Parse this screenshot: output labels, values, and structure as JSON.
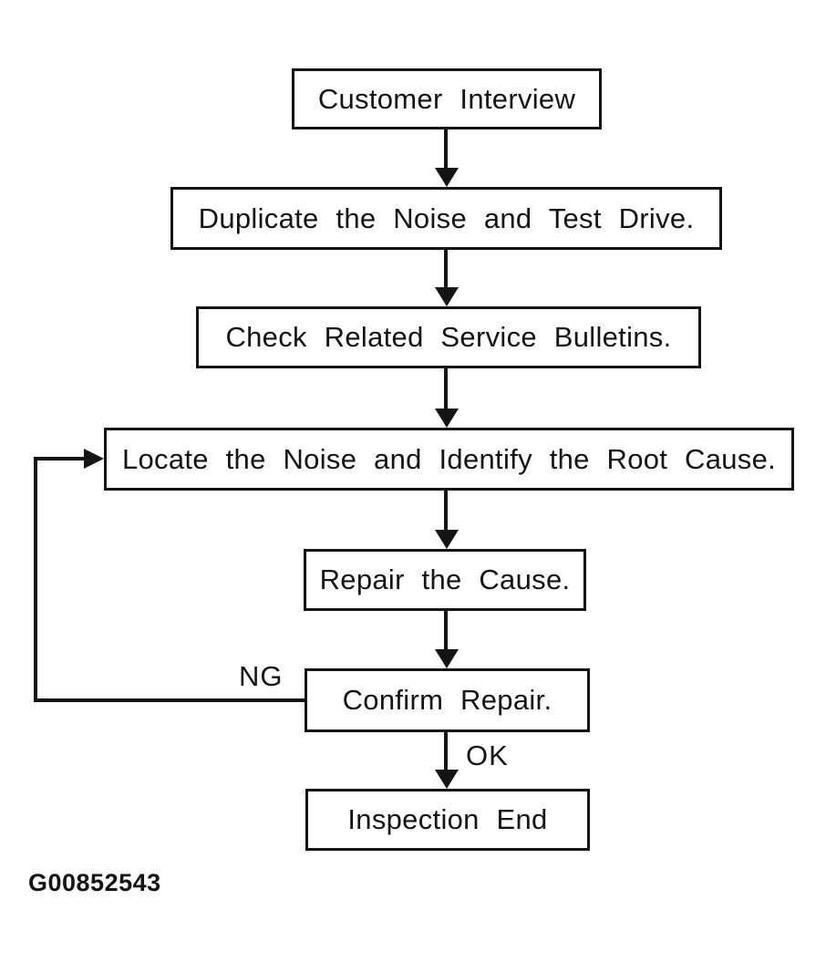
{
  "flowchart": {
    "nodes": [
      {
        "id": "customer-interview",
        "label": "Customer Interview"
      },
      {
        "id": "duplicate-noise",
        "label": "Duplicate the Noise and Test Drive."
      },
      {
        "id": "check-bulletins",
        "label": "Check Related Service Bulletins."
      },
      {
        "id": "locate-noise",
        "label": "Locate the Noise and Identify the Root Cause."
      },
      {
        "id": "repair-cause",
        "label": "Repair the Cause."
      },
      {
        "id": "confirm-repair",
        "label": "Confirm Repair."
      },
      {
        "id": "inspection-end",
        "label": "Inspection End"
      }
    ],
    "edges": [
      {
        "from": "customer-interview",
        "to": "duplicate-noise",
        "label": ""
      },
      {
        "from": "duplicate-noise",
        "to": "check-bulletins",
        "label": ""
      },
      {
        "from": "check-bulletins",
        "to": "locate-noise",
        "label": ""
      },
      {
        "from": "locate-noise",
        "to": "repair-cause",
        "label": ""
      },
      {
        "from": "repair-cause",
        "to": "confirm-repair",
        "label": ""
      },
      {
        "from": "confirm-repair",
        "to": "inspection-end",
        "label": "OK"
      },
      {
        "from": "confirm-repair",
        "to": "locate-noise",
        "label": "NG"
      }
    ],
    "edge_labels": {
      "ng": "NG",
      "ok": "OK"
    },
    "colors": {
      "ink": "#141414",
      "background": "#ffffff"
    }
  },
  "figure_code": "G00852543"
}
